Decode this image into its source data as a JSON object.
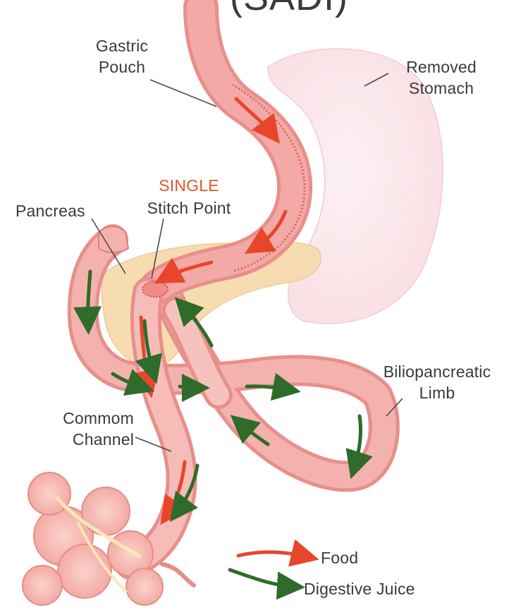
{
  "title": "(SADI)",
  "labels": {
    "gastric_pouch": [
      "Gastric",
      "Pouch"
    ],
    "removed_stomach": [
      "Removed",
      "Stomach"
    ],
    "single": "SINGLE",
    "stitch_point": "Stitch Point",
    "pancreas": "Pancreas",
    "biliopancreatic_limb": [
      "Biliopancreatic",
      "Limb"
    ],
    "common_channel": [
      "Commom",
      "Channel"
    ]
  },
  "legend": {
    "food": "Food",
    "digestive_juice": "Digestive Juice"
  },
  "colors": {
    "food_arrow": "#e8462a",
    "juice_arrow": "#2f6b2a",
    "intestine": "#f3a9a6",
    "intestine_dark": "#e07f7c",
    "removed_stomach": "#fbe6ea",
    "pancreas": "#f7dcb2",
    "accent_text": "#e0562c"
  }
}
